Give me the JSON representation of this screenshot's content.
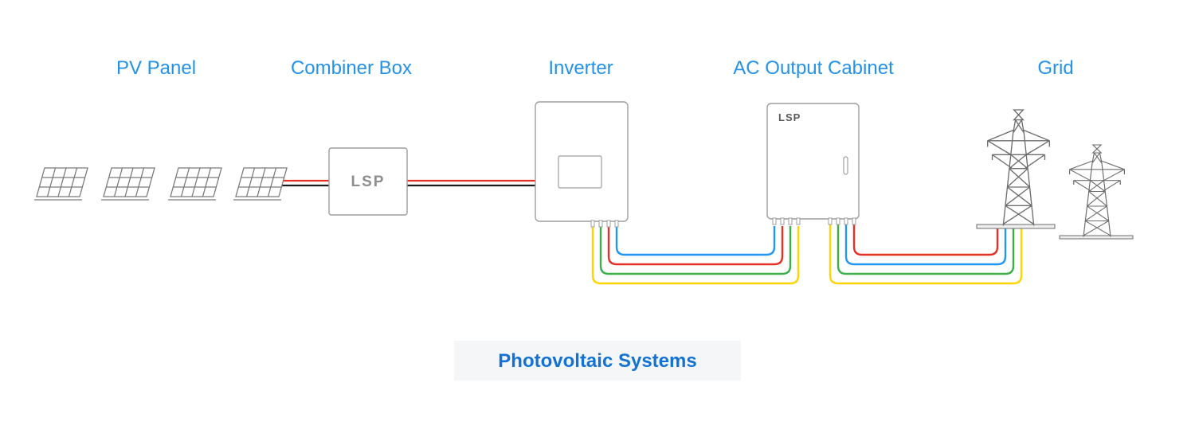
{
  "diagram": {
    "labels": {
      "pv_panel": "PV Panel",
      "combiner_box": "Combiner Box",
      "inverter": "Inverter",
      "ac_output_cabinet": "AC Output Cabinet",
      "grid": "Grid"
    },
    "brand": "LSP",
    "title": "Photovoltaic Systems",
    "colors": {
      "label_blue": "#2492e6",
      "title_blue": "#1273d4",
      "title_bg": "#f4f6f8",
      "wire_red": "#e53026",
      "wire_black": "#1c1c1c",
      "wire_blue": "#2196f3",
      "wire_green": "#3daf4a",
      "wire_yellow": "#ffd400",
      "outline": "#9e9e9e",
      "panel": "#7a7a7a",
      "tower": "#6e6e6e"
    }
  }
}
